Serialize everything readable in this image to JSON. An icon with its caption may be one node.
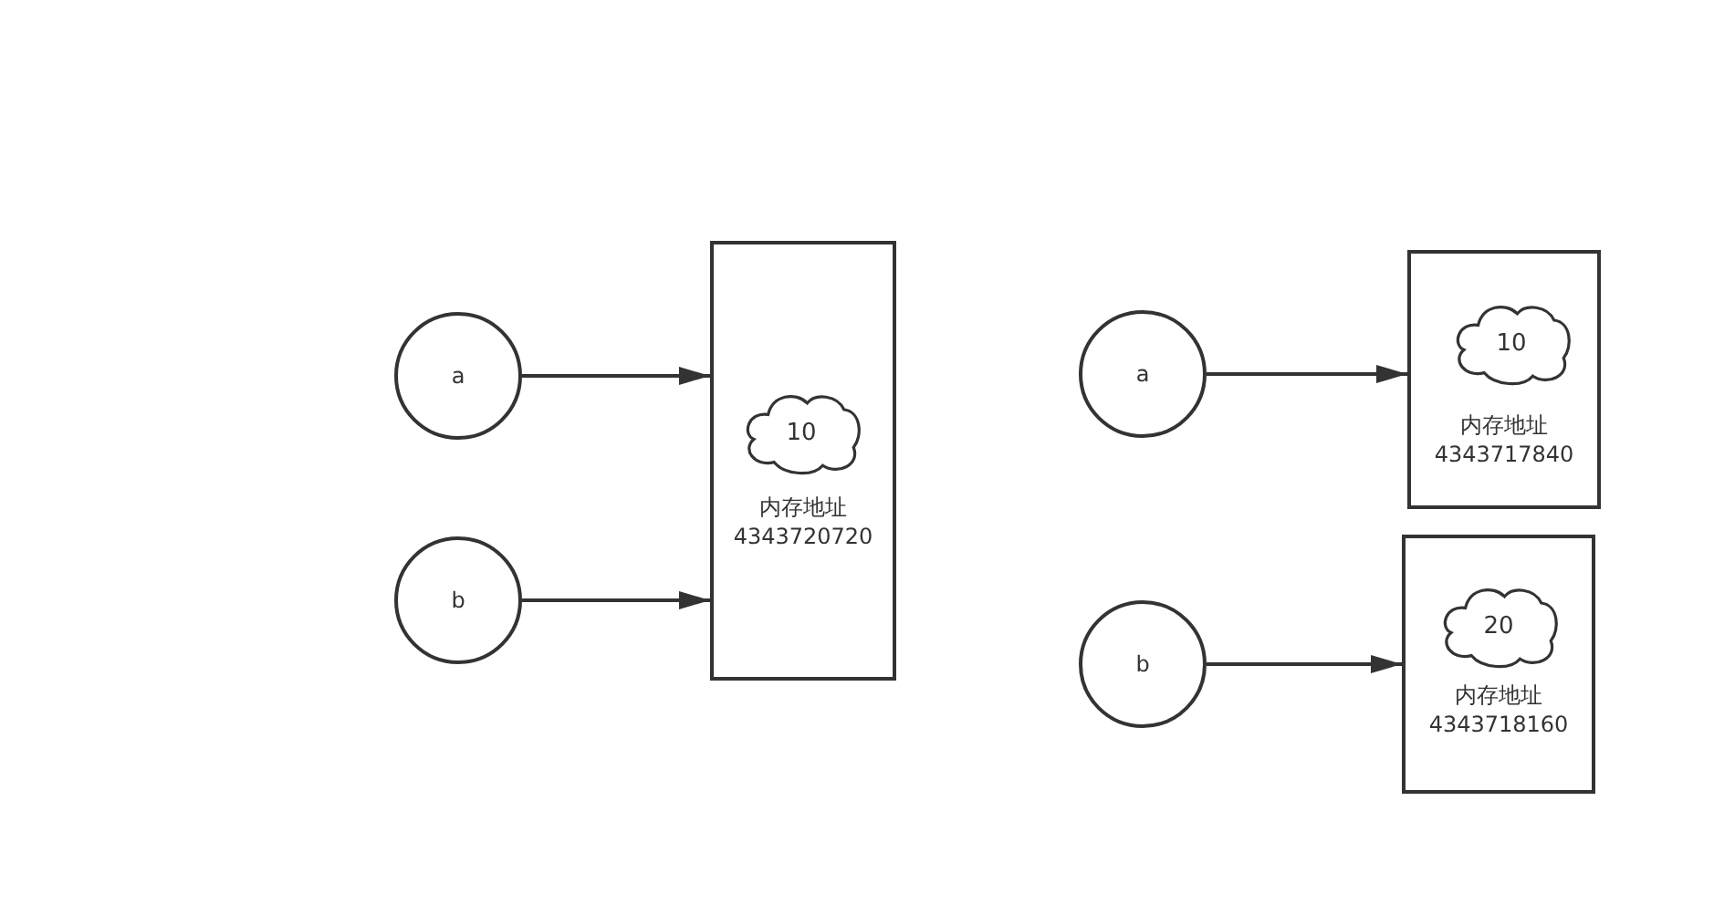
{
  "diagram": {
    "nodes": [
      {
        "text": [
          "a"
        ]
      },
      {
        "text": [
          "b"
        ]
      },
      {
        "text": [
          "内存地址 4343720720"
        ]
      },
      {
        "text": [
          "10"
        ],
        "in": 2
      },
      {
        "text": [
          "a"
        ]
      },
      {
        "text": [
          "内存地址 4343717840"
        ]
      },
      {
        "text": [
          "10"
        ],
        "in": 5
      },
      {
        "text": [
          "b"
        ]
      },
      {
        "text": [
          "内存地址 4343718160"
        ]
      },
      {
        "text": [
          "20"
        ],
        "in": 8
      }
    ],
    "edges": [
      {
        "from": 0,
        "to": 2,
        "arrow": "to"
      },
      {
        "from": 1,
        "to": 2,
        "arrow": "to"
      },
      {
        "from": 4,
        "to": 5,
        "arrow": "to"
      },
      {
        "from": 7,
        "to": 8,
        "arrow": "to"
      }
    ]
  }
}
